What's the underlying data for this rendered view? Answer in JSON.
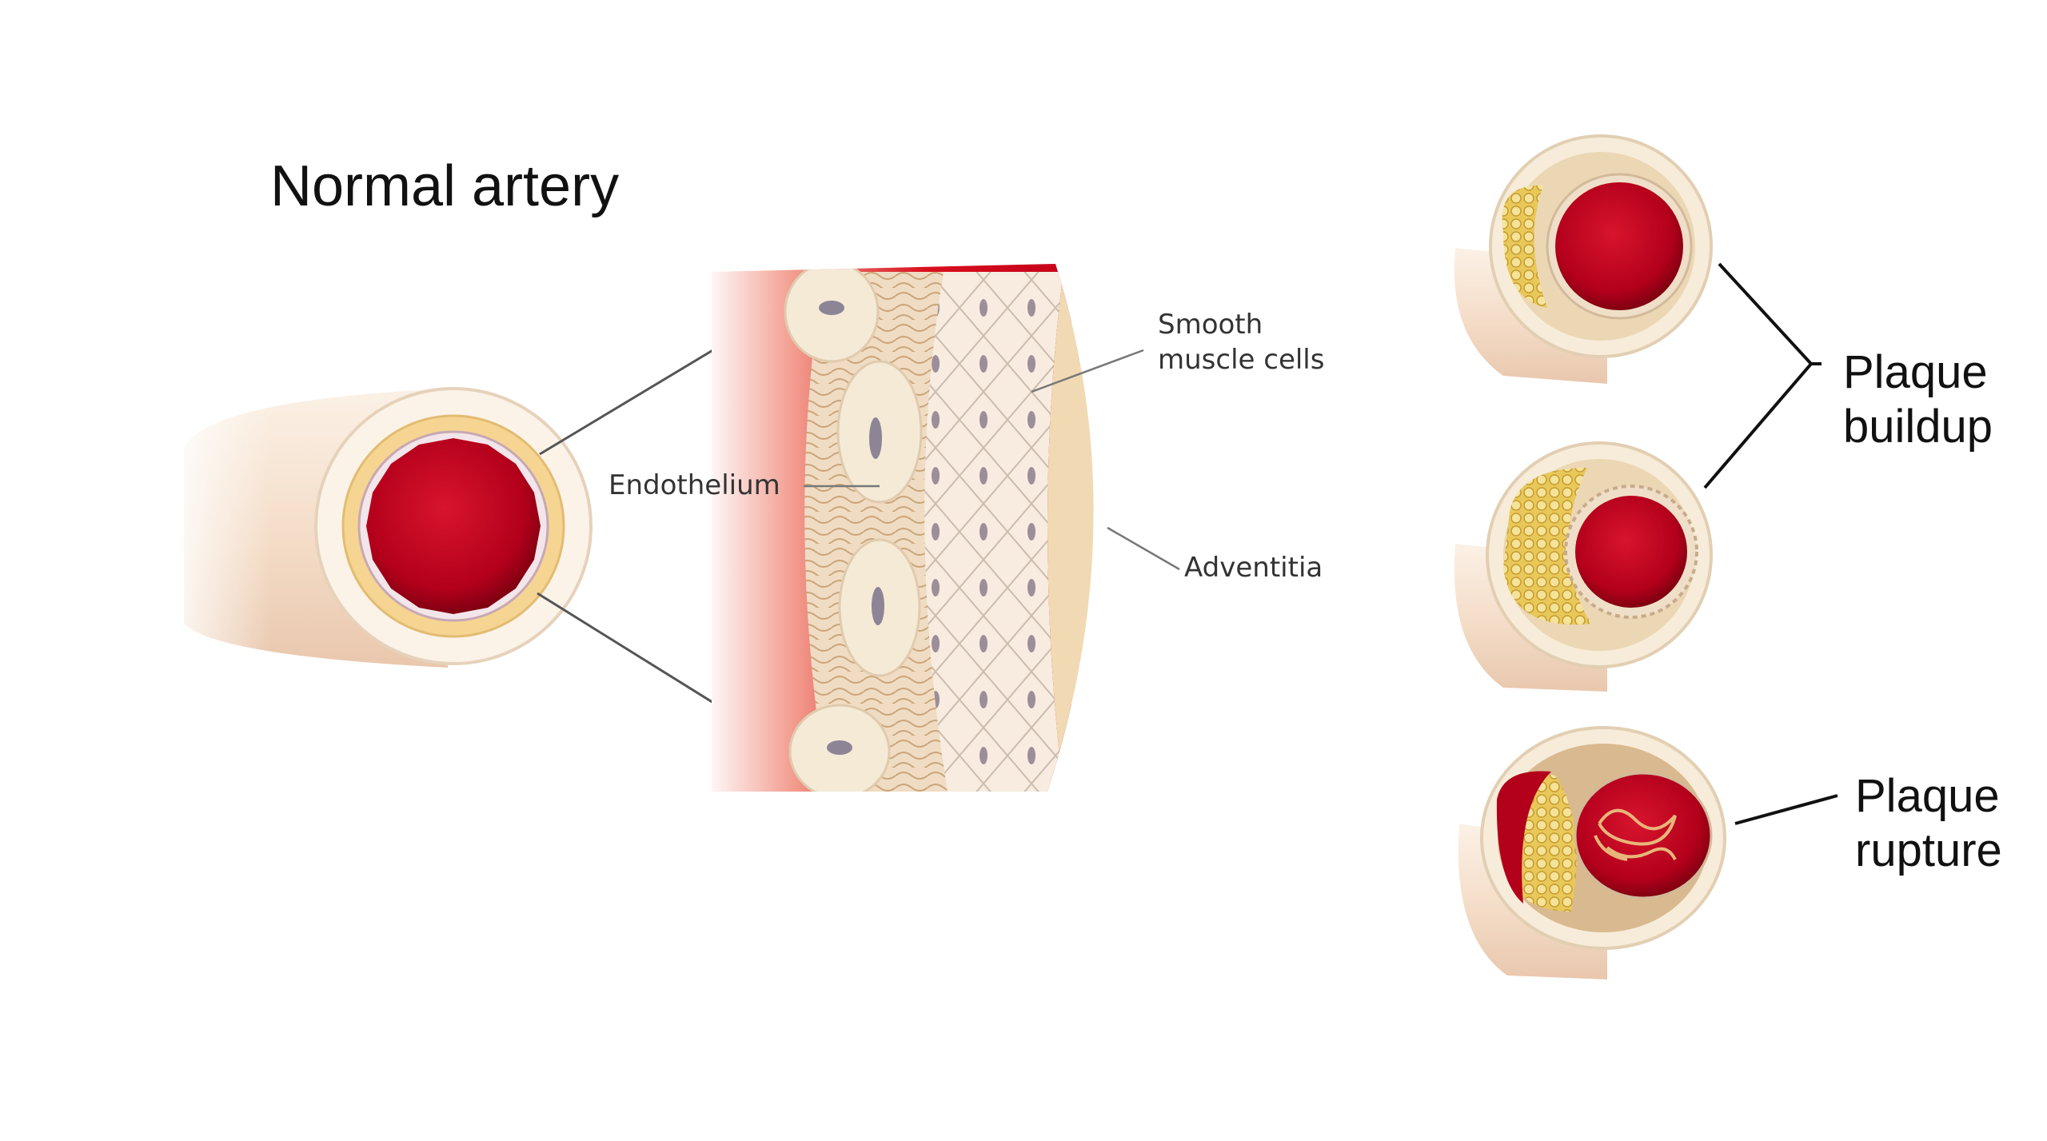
{
  "title": "Normal artery",
  "labels": {
    "endothelium": "Endothelium",
    "smooth_muscle_line1": "Smooth",
    "smooth_muscle_line2": "muscle cells",
    "adventitia": "Adventitia",
    "plaque_buildup_line1": "Plaque",
    "plaque_buildup_line2": "buildup",
    "plaque_rupture_line1": "Plaque",
    "plaque_rupture_line2": "rupture"
  },
  "colors": {
    "blood": "#b3001b",
    "blood_dark": "#7a0010",
    "wall": "#f3e1c6",
    "wall_edge": "#d9b98f",
    "media": "#f4cf8a",
    "plaque": "#e8c04a",
    "line": "#444444"
  }
}
